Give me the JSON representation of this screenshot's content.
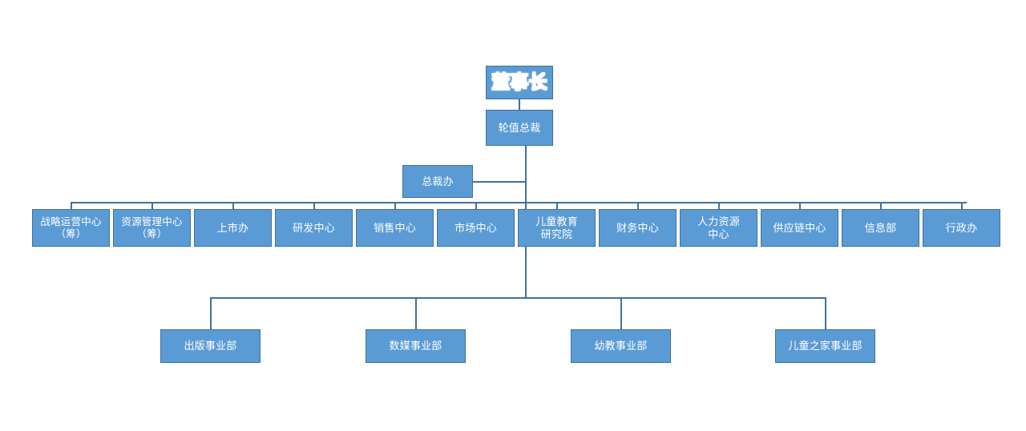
{
  "chart": {
    "type": "org-chart",
    "title": "",
    "accent_color": "#5B9BD5",
    "border_color": "#41719C",
    "line_color": "#41719C",
    "text_color": "#FFFFFF",
    "background": "#FFFFFF"
  },
  "top": {
    "chairman": "董事长",
    "rotating_president": "轮值总裁",
    "president_office": "总裁办"
  },
  "departments": [
    {
      "label": "战略运营中心\n（筹）"
    },
    {
      "label": "资源管理中心\n（筹）"
    },
    {
      "label": "上市办"
    },
    {
      "label": "研发中心"
    },
    {
      "label": "销售中心"
    },
    {
      "label": "市场中心"
    },
    {
      "label": "儿童教育\n研究院"
    },
    {
      "label": "财务中心"
    },
    {
      "label": "人力资源\n中心"
    },
    {
      "label": "供应链中心"
    },
    {
      "label": "信息部"
    },
    {
      "label": "行政办"
    }
  ],
  "divisions": [
    {
      "label": "出版事业部"
    },
    {
      "label": "数媒事业部"
    },
    {
      "label": "幼教事业部"
    },
    {
      "label": "儿童之家事业部"
    }
  ]
}
